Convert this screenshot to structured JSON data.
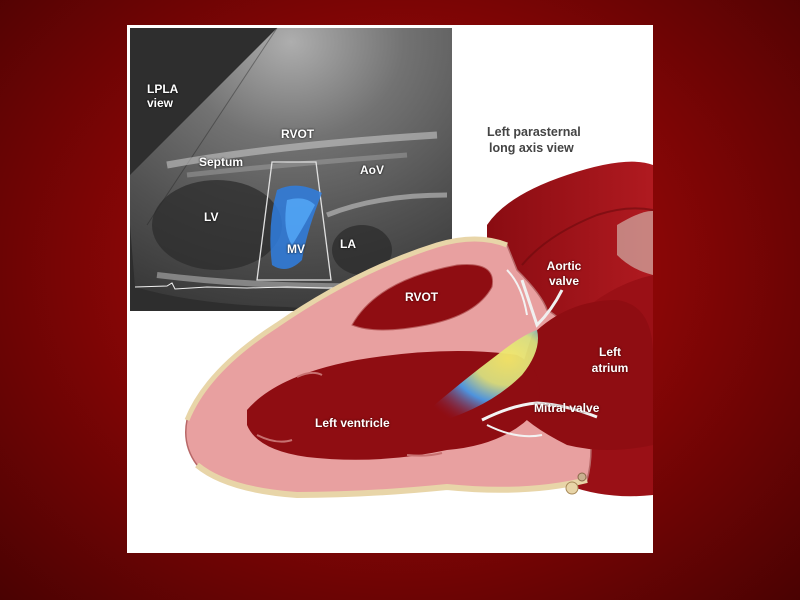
{
  "echo": {
    "view_label": [
      "LPLA",
      "view"
    ],
    "labels": {
      "rvot": "RVOT",
      "septum": "Septum",
      "aov": "AoV",
      "lv": "LV",
      "mv": "MV",
      "la": "LA"
    }
  },
  "illustration": {
    "title": [
      "Left parasternal",
      "long axis view"
    ],
    "labels": {
      "rvot": "RVOT",
      "aortic_valve": [
        "Aortic",
        "valve"
      ],
      "left_atrium": [
        "Left",
        "atrium"
      ],
      "mitral_valve": "Mitral valve",
      "left_ventricle": "Left ventricle"
    }
  },
  "colors": {
    "background": "#8a0606",
    "muscle": "#e8a0a0",
    "chamber": "#8f0d12",
    "jet_blue": "#3a8ee8",
    "jet_yellow": "#f0e050"
  }
}
